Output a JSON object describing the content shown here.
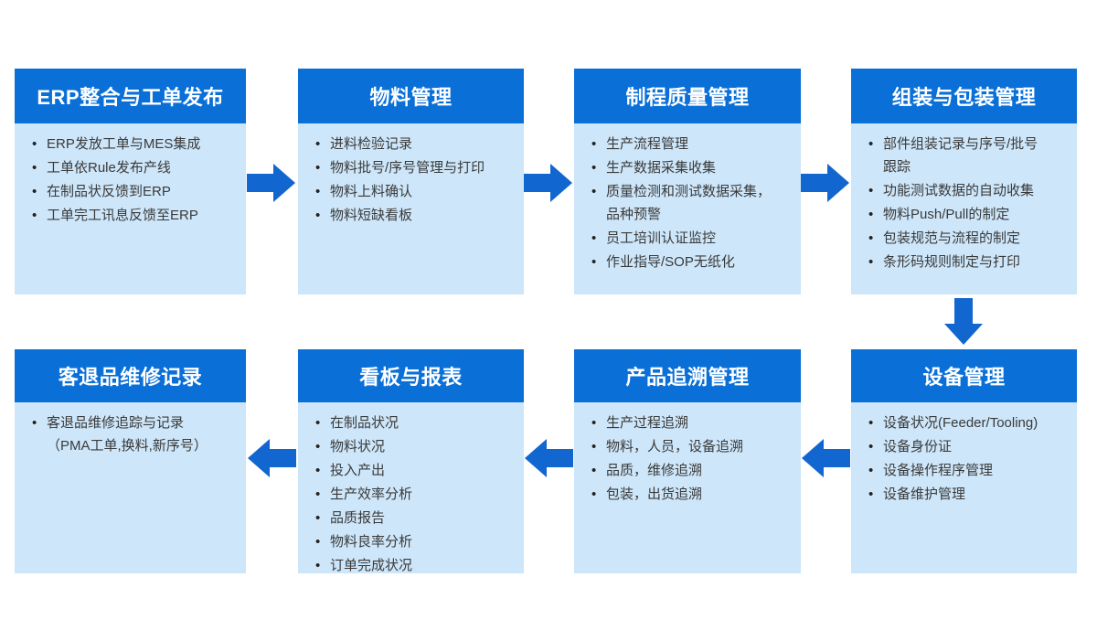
{
  "diagram": {
    "type": "process-flow",
    "flow": "row1 left-to-right, down at right column, row2 right-to-left"
  },
  "colors": {
    "header_bg": "#0a70d8",
    "body_bg": "#cde6f9",
    "arrow": "#1166d0",
    "header_text": "#ffffff",
    "body_text": "#3a3a3a"
  },
  "boxes": [
    {
      "id": "erp-work-order",
      "title": "ERP整合与工单发布",
      "items": [
        "ERP发放工单与MES集成",
        "工单依Rule发布产线",
        "在制品状反馈到ERP",
        "工单完工讯息反馈至ERP"
      ]
    },
    {
      "id": "material-management",
      "title": "物料管理",
      "items": [
        "进料检验记录",
        "物料批号/序号管理与打印",
        "物料上料确认",
        "物料短缺看板"
      ]
    },
    {
      "id": "process-quality",
      "title": "制程质量管理",
      "items": [
        "生产流程管理",
        "生产数据采集收集",
        "质量检测和测试数据采集，\n品种预警",
        "员工培训认证监控",
        "作业指导/SOP无纸化"
      ]
    },
    {
      "id": "assembly-packaging",
      "title": "组装与包装管理",
      "items": [
        "部件组装记录与序号/批号\n跟踪",
        "功能测试数据的自动收集",
        "物料Push/Pull的制定",
        "包装规范与流程的制定",
        "条形码规则制定与打印"
      ]
    },
    {
      "id": "customer-return-repair",
      "title": "客退品维修记录",
      "items": [
        "客退品维修追踪与记录\n（PMA工单,换料,新序号）"
      ]
    },
    {
      "id": "kanban-reports",
      "title": "看板与报表",
      "items": [
        "在制品状况",
        "物料状况",
        "投入产出",
        "生产效率分析",
        "品质报告",
        "物料良率分析",
        "订单完成状况"
      ]
    },
    {
      "id": "product-traceability",
      "title": "产品追溯管理",
      "items": [
        "生产过程追溯",
        "物料，人员，设备追溯",
        "品质，维修追溯",
        "包装，出货追溯"
      ]
    },
    {
      "id": "equipment-management",
      "title": "设备管理",
      "items": [
        "设备状况(Feeder/Tooling)",
        "设备身份证",
        "设备操作程序管理",
        "设备维护管理"
      ]
    }
  ],
  "arrows": [
    {
      "direction": "right",
      "from": "erp-work-order",
      "to": "material-management"
    },
    {
      "direction": "right",
      "from": "material-management",
      "to": "process-quality"
    },
    {
      "direction": "right",
      "from": "process-quality",
      "to": "assembly-packaging"
    },
    {
      "direction": "down",
      "from": "assembly-packaging",
      "to": "equipment-management"
    },
    {
      "direction": "left",
      "from": "equipment-management",
      "to": "product-traceability"
    },
    {
      "direction": "left",
      "from": "product-traceability",
      "to": "kanban-reports"
    },
    {
      "direction": "left",
      "from": "kanban-reports",
      "to": "customer-return-repair"
    }
  ]
}
